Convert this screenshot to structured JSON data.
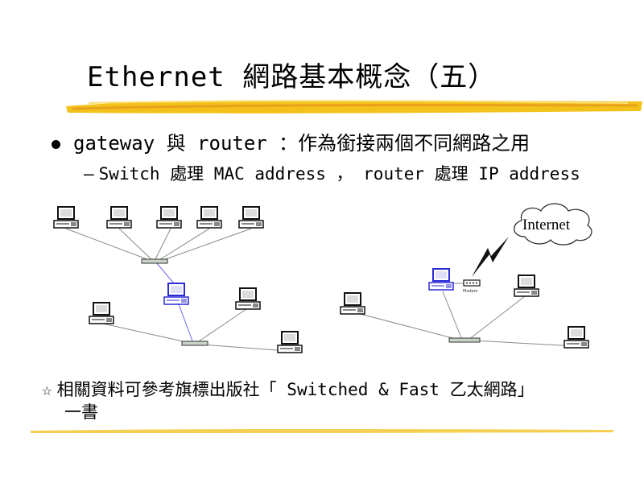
{
  "slide": {
    "title": "Ethernet 網路基本概念（五）",
    "bullet": "gateway 與 router ：作為銜接兩個不同網路之用",
    "sub_bullet_dash": "–",
    "sub_bullet": "Switch 處理 MAC address ， router 處理 IP address",
    "note_star": "☆",
    "note_line1": "相關資料可參考旗標出版社「 Switched & Fast  乙太網路」",
    "note_line2": "一書"
  },
  "diagram": {
    "cloud_label": "Internet",
    "modem_label": "Modem",
    "colors": {
      "computer_black": "#111111",
      "computer_blue": "#2a2ad8",
      "link_gray": "#8a8a8a",
      "link_blue": "#6c6cf0",
      "hub_fill": "#c9d4c9",
      "brush_yellow": "#f2c21b",
      "brush_orange": "#e9a21a",
      "underline_yellow": "#f5cf52"
    }
  }
}
